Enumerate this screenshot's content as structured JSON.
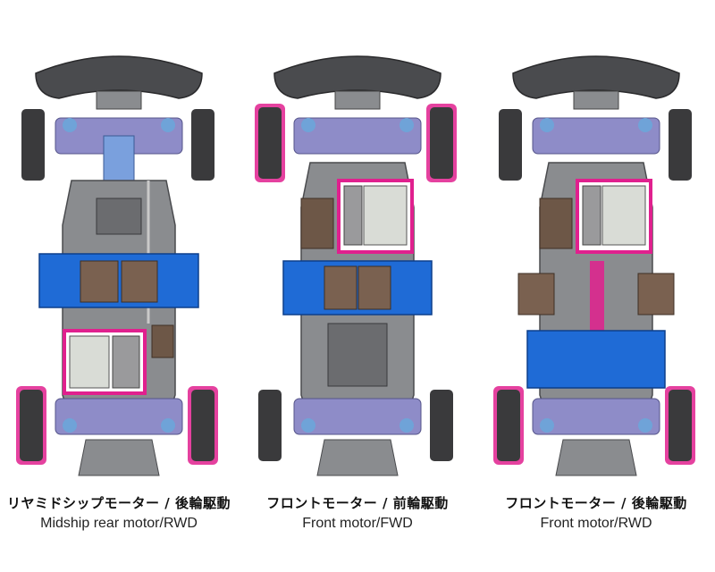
{
  "colors": {
    "chassis": "#8a8c8f",
    "chassis_dark": "#5d5f62",
    "tire": "#3a3a3c",
    "suspension": "#8e8cc8",
    "battery": "#1f6bd6",
    "highlight": "#e0208e",
    "motor": "#d9dcd6",
    "esc": "#7a6150",
    "servo": "#6d5747"
  },
  "layouts": [
    {
      "caption_jp": "リヤミドシップモーター / 後輪駆動",
      "caption_en": "Midship rear motor/RWD",
      "driven_wheels": "rear",
      "motor_position": "mid-rear"
    },
    {
      "caption_jp": "フロントモーター / 前輪駆動",
      "caption_en": "Front motor/FWD",
      "driven_wheels": "front",
      "motor_position": "front"
    },
    {
      "caption_jp": "フロントモーター / 後輪駆動",
      "caption_en": "Front motor/RWD",
      "driven_wheels": "rear",
      "motor_position": "front"
    }
  ]
}
